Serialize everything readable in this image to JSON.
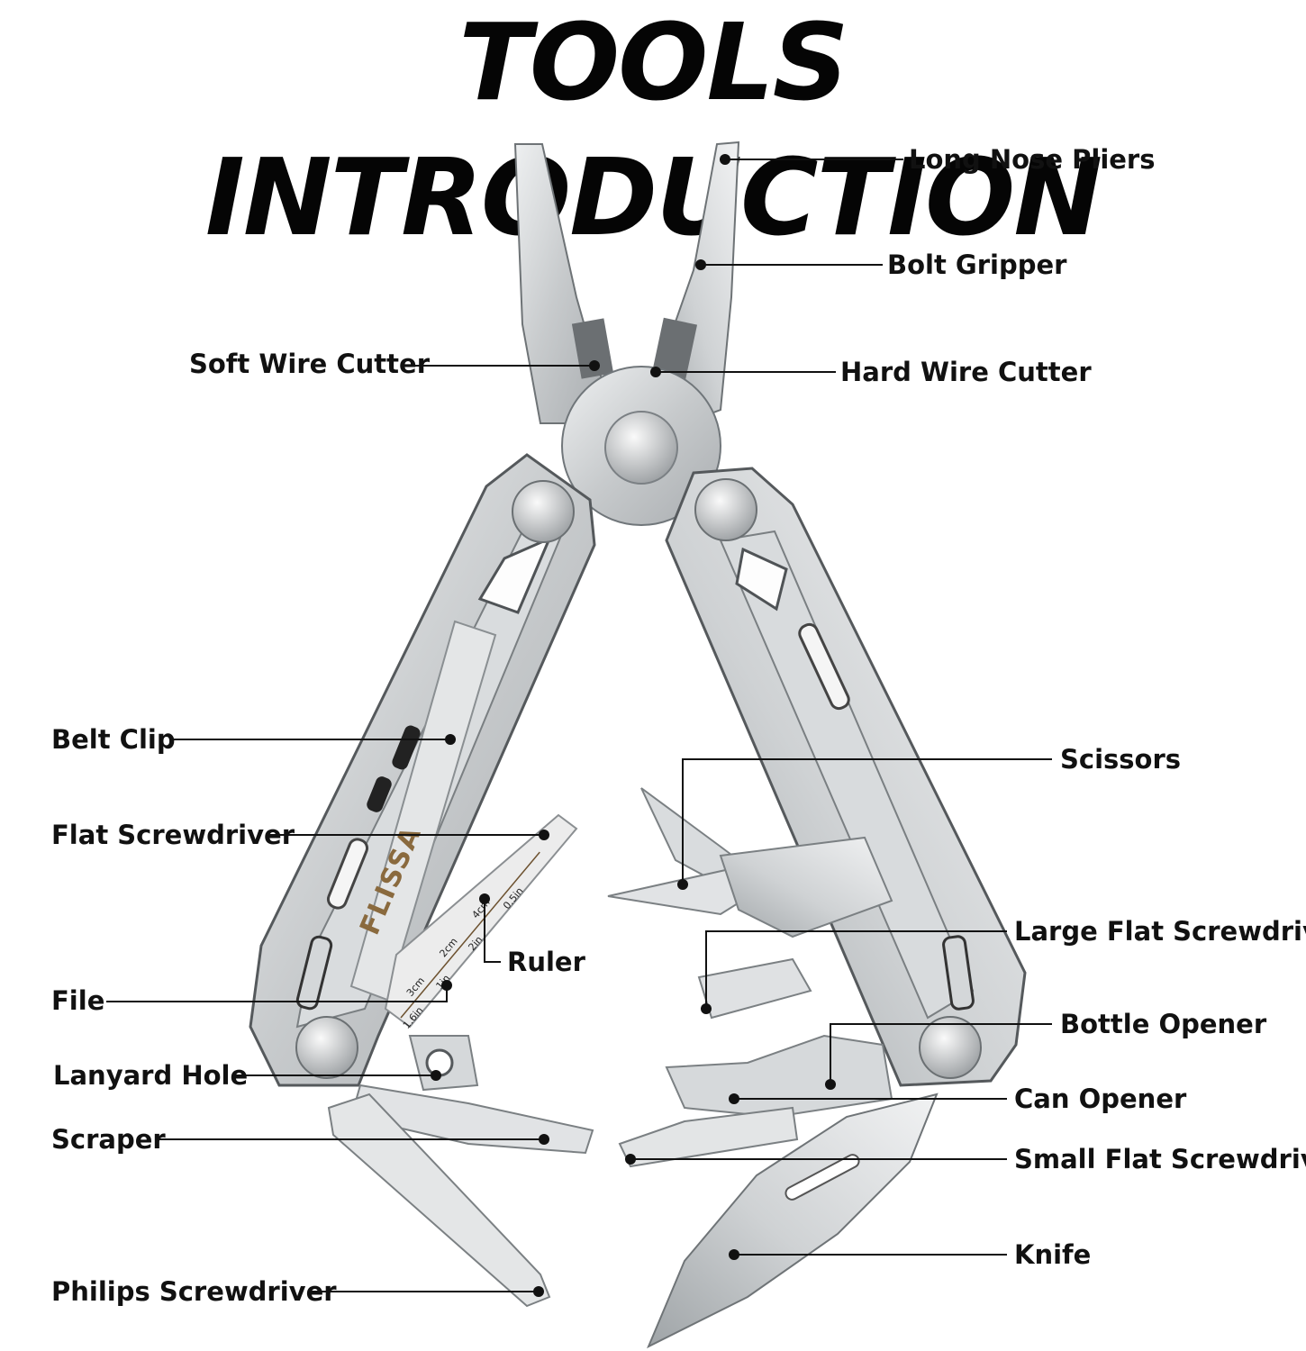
{
  "title": "TOOLS INTRODUCTION",
  "brand": "FLISSA",
  "ruler_marks": [
    "1.6in",
    "1in",
    "2in",
    "3cm",
    "2cm",
    "4cm",
    "0.5in"
  ],
  "colors": {
    "steel": "#c9ccce",
    "steel_light": "#e6e8e9",
    "steel_dark": "#8d9295",
    "ink": "#111111",
    "brand": "#8a6a3e"
  },
  "labels": {
    "long_nose_pliers": "Long Nose Pliers",
    "bolt_gripper": "Bolt Gripper",
    "soft_wire_cutter": "Soft Wire Cutter",
    "hard_wire_cutter": "Hard Wire Cutter",
    "belt_clip": "Belt Clip",
    "scissors": "Scissors",
    "flat_screwdriver": "Flat Screwdriver",
    "ruler": "Ruler",
    "large_flat_screwdriver": "Large Flat Screwdriver",
    "file": "File",
    "bottle_opener": "Bottle Opener",
    "lanyard_hole": "Lanyard Hole",
    "can_opener": "Can Opener",
    "scraper": "Scraper",
    "small_flat_screwdriver": "Small Flat Screwdriver",
    "knife": "Knife",
    "philips_screwdriver": "Philips Screwdriver"
  }
}
